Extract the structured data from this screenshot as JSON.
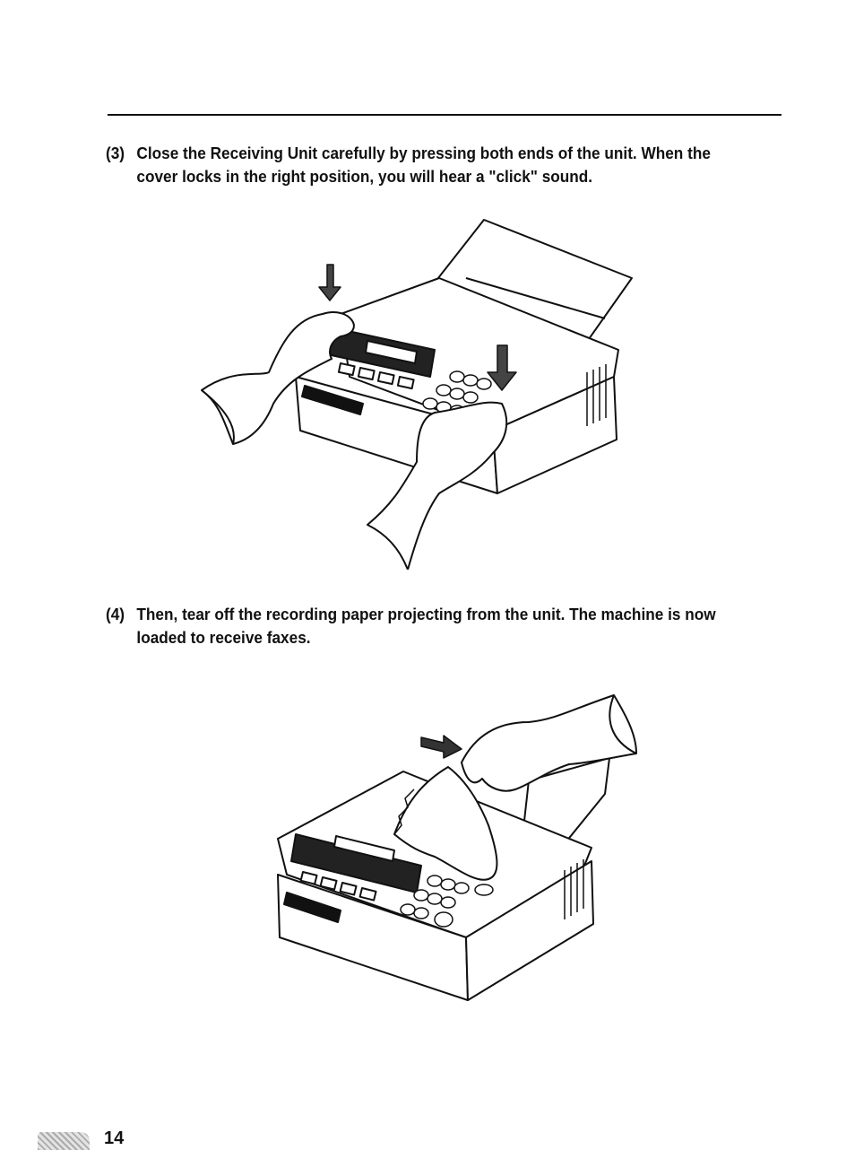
{
  "steps": [
    {
      "number": "(3)",
      "text": "Close the Receiving Unit carefully by pressing both ends of the unit. When the cover locks in the right position, you will hear a \"click\" sound."
    },
    {
      "number": "(4)",
      "text": "Then, tear off the recording paper projecting from the unit. The machine is now loaded to receive faxes."
    }
  ],
  "page_number": "14"
}
